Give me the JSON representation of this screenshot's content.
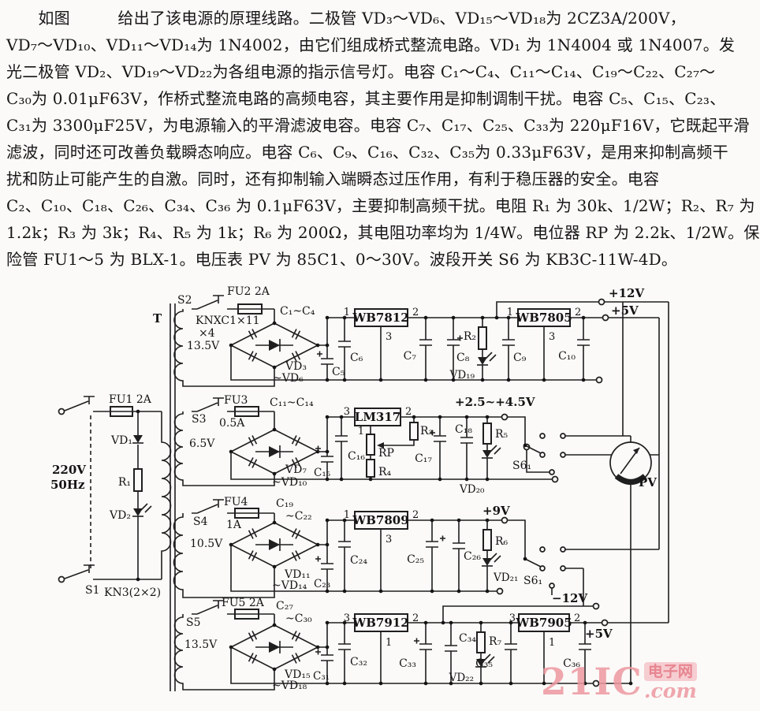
{
  "article": {
    "lines": [
      "　　如图　　　给出了该电源的原理线路。二极管 VD₃～VD₆、VD₁₅～VD₁₈为 2CZ3A/200V，",
      "VD₇～VD₁₀、VD₁₁～VD₁₄为 1N4002，由它们组成桥式整流电路。VD₁ 为 1N4004 或 1N4007。发",
      "光二极管 VD₂、VD₁₉～VD₂₂为各组电源的指示信号灯。电容 C₁～C₄、C₁₁～C₁₄、C₁₉～C₂₂、C₂₇～",
      "C₃₀为 0.01μF63V，作桥式整流电路的高频电容，其主要作用是抑制调制干扰。电容 C₅、C₁₅、C₂₃、",
      "C₃₁为 3300μF25V，为电源输入的平滑滤波电容。电容 C₇、C₁₇、C₂₅、C₃₃为 220μF16V，它既起平滑",
      "滤波，同时还可改善负载瞬态响应。电容 C₆、C₉、C₁₆、C₃₂、C₃₅为 0.33μF63V，是用来抑制高频干",
      "扰和防止可能产生的自激。同时，还有抑制输入端瞬态过压作用，有利于稳压器的安全。电容",
      "C₂、C₁₀、C₁₈、C₂₆、C₃₄、C₃₆ 为 0.1μF63V，主要抑制高频干扰。电阻 R₁ 为 30k、1/2W；R₂、R₇ 为",
      "1.2k；R₃ 为 3k；R₄、R₅ 为 1k；R₆ 为 200Ω，其电阻功率均为 1/4W。电位器 RP 为 2.2k、1/2W。保",
      "险管 FU1～5 为 BLX-1。电压表 PV 为 85C1、0～30V。波段开关 S6 为 KB3C-11W-4D。"
    ]
  },
  "schematic": {
    "labels": {
      "t": "T",
      "fu1": "FU1 2A",
      "s1": "S1",
      "kn3": "KN3(2×2)",
      "v220": "220V",
      "hz": "50Hz",
      "vd1": "VD₁",
      "r1": "R₁",
      "vd2": "VD₂",
      "s2": "S2",
      "fu2": "FU2 2A",
      "knx1": "KNXC1×11",
      "knx2": "×4",
      "v135": "13.5V",
      "c1_4": "C₁~C₄",
      "vd3": "VD₃",
      "vd6": "~VD₆",
      "c5": "C₅",
      "c6": "C₆",
      "u1": "WB7812",
      "u1p1": "1",
      "u1p2": "2",
      "u1p3": "3",
      "c7": "C₇",
      "c8": "C₈",
      "r2": "R₂",
      "vd19": "VD₁₉",
      "c9": "C₉",
      "u2": "WB7805",
      "u2p1": "1",
      "u2p2": "2",
      "u2p3": "3",
      "c10": "C₁₀",
      "o12": "+12V",
      "o5a": "+5V",
      "s3": "S3",
      "fu3": "FU3",
      "fu3a": "0.5A",
      "v65": "6.5V",
      "c11_14": "C₁₁~C₁₄",
      "vd7": "VD₇",
      "vd10": "~VD₁₀",
      "c15": "C₁₅",
      "c16": "C₁₆",
      "u3": "LM317",
      "u3p3": "3",
      "u3p2": "2",
      "u3p1": "1",
      "rp": "RP",
      "r3": "R₃",
      "r4": "R₄",
      "c17": "C₁₇",
      "c18": "C₁₈",
      "r5": "R₅",
      "vd20": "VD₂₀",
      "o25": "+2.5~+4.5V",
      "s6a": "S6₁",
      "s4": "S4",
      "fu4": "FU4",
      "fu4a": "1A",
      "v105": "10.5V",
      "c19": "C₁₉",
      "c22": "~C₂₂",
      "vd11": "VD₁₁",
      "vd14": "~VD₁₄",
      "c23": "C₂₃",
      "c24": "C₂₄",
      "u4": "WB7809",
      "u4p1": "1",
      "u4p2": "2",
      "u4p3": "3",
      "c25": "C₂₅",
      "c26": "C₂₆",
      "r6": "R₆",
      "vd21": "VD₂₁",
      "o9": "+9V",
      "s6b": "S6₁",
      "om12": "−12V",
      "s5": "S5",
      "fu5": "FU5 2A",
      "v135b": "13.5V",
      "c27": "C₂₇",
      "c30": "~C₃₀",
      "vd15": "VD₁₅",
      "vd18": "~VD₁₈",
      "c31": "C₃₁",
      "c32": "C₃₂",
      "u5": "WB7912",
      "u5p3": "3",
      "u5p2": "2",
      "u5p1": "1",
      "c33": "C₃₃",
      "c34": "C₃₄",
      "r7": "R₇",
      "vd22": "VD₂₂",
      "c35": "C₃₅",
      "u6": "WB7905",
      "u6p3": "3",
      "u6p1": "1",
      "u6p2": "2",
      "c36": "C₃₆",
      "o5b": "+5V",
      "pv": "PV"
    },
    "colors": {
      "ink": "#1f1f1f"
    }
  },
  "watermark": {
    "brand": "21IC",
    "cn": "电子网",
    "com": ".com",
    "color": "#ee98a0"
  }
}
